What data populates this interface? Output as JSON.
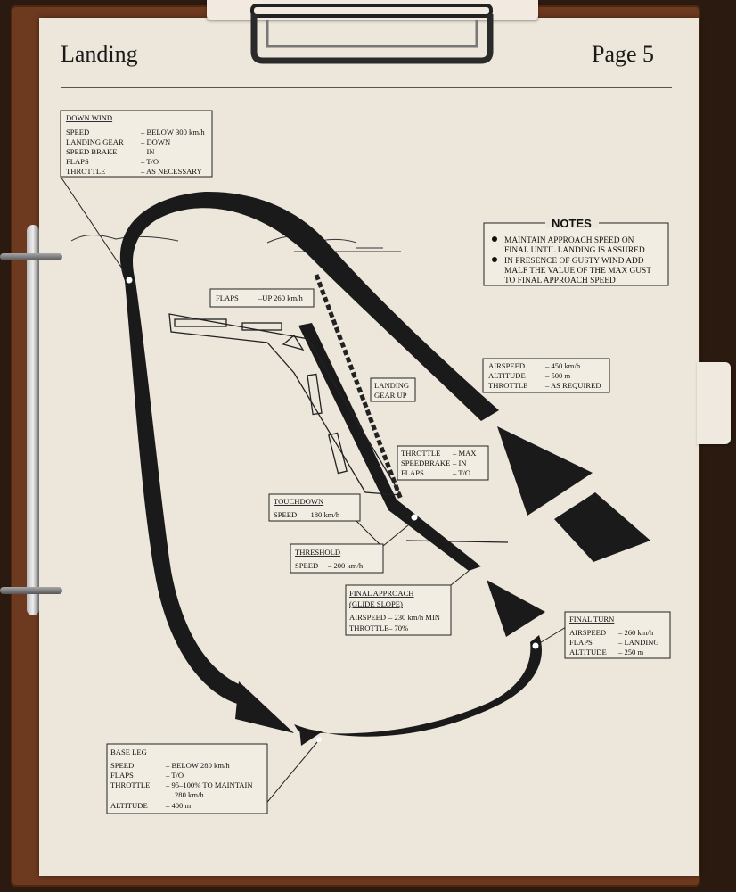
{
  "header": {
    "left_title": "Landing",
    "right_title": "Page 5"
  },
  "notes": {
    "title": "NOTES",
    "items": [
      [
        "MAINTAIN APPROACH SPEED ON",
        "FINAL UNTIL LANDING IS ASSURED"
      ],
      [
        "IN PRESENCE OF GUSTY WIND ADD",
        "MALF THE VALUE OF THE MAX GUST",
        "TO FINAL APPROACH SPEED"
      ]
    ]
  },
  "callouts": {
    "down_wind": {
      "title": "DOWN WIND",
      "rows": [
        {
          "k": "SPEED",
          "v": "– BELOW 300 km/h"
        },
        {
          "k": "LANDING GEAR",
          "v": "– DOWN"
        },
        {
          "k": "SPEED BRAKE",
          "v": "– IN"
        },
        {
          "k": "FLAPS",
          "v": "– T/O"
        },
        {
          "k": "THROTTLE",
          "v": "– AS NECESSARY"
        }
      ]
    },
    "flaps": {
      "rows": [
        {
          "k": "FLAPS",
          "v": "–UP 260 km/h"
        }
      ]
    },
    "climb": {
      "rows": [
        {
          "k": "AIRSPEED",
          "v": "– 450 km/h"
        },
        {
          "k": "ALTITUDE",
          "v": "– 500 m"
        },
        {
          "k": "THROTTLE",
          "v": "– AS REQUIRED"
        }
      ]
    },
    "gear_up": {
      "rows": [
        {
          "k": "LANDING",
          "v": ""
        },
        {
          "k": "GEAR UP",
          "v": ""
        }
      ]
    },
    "takeoff": {
      "rows": [
        {
          "k": "THROTTLE",
          "v": "– MAX"
        },
        {
          "k": "SPEEDBRAKE",
          "v": "– IN"
        },
        {
          "k": "FLAPS",
          "v": "– T/O"
        }
      ]
    },
    "touchdown": {
      "title": "TOUCHDOWN",
      "rows": [
        {
          "k": "SPEED",
          "v": "– 180 km/h"
        }
      ]
    },
    "threshold": {
      "title": "THRESHOLD",
      "rows": [
        {
          "k": "SPEED",
          "v": "– 200 km/h"
        }
      ]
    },
    "final_approach": {
      "title": "FINAL APPROACH",
      "subtitle": "(GLIDE SLOPE)",
      "rows": [
        {
          "k": "AIRSPEED",
          "v": "– 230 km/h MIN"
        },
        {
          "k": "THROTTLE",
          "v": "– 70%"
        }
      ]
    },
    "final_turn": {
      "title": "FINAL TURN",
      "rows": [
        {
          "k": "AIRSPEED",
          "v": "– 260 km/h"
        },
        {
          "k": "FLAPS",
          "v": "– LANDING"
        },
        {
          "k": "ALTITUDE",
          "v": "– 250 m"
        }
      ]
    },
    "base_leg": {
      "title": "BASE LEG",
      "rows": [
        {
          "k": "SPEED",
          "v": "– BELOW 280 km/h"
        },
        {
          "k": "FLAPS",
          "v": "– T/O"
        },
        {
          "k": "THROTTLE",
          "v": "– 95–100% TO MAINTAIN"
        },
        {
          "k": "",
          "v": "280 km/h"
        },
        {
          "k": "ALTITUDE",
          "v": "– 400 m"
        }
      ]
    }
  }
}
